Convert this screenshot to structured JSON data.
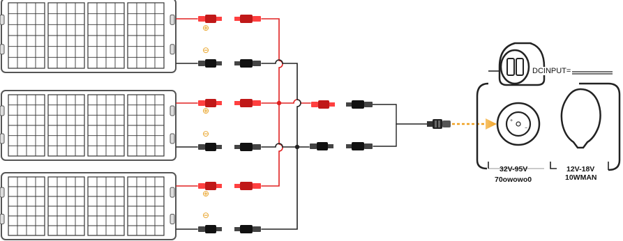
{
  "panels": [
    {
      "name": "solar-panel-1",
      "positive_symbol": "⊕",
      "negative_symbol": "⊖"
    },
    {
      "name": "solar-panel-2",
      "positive_symbol": "⊕",
      "negative_symbol": "⊖"
    },
    {
      "name": "solar-panel-3",
      "positive_symbol": "⊕",
      "negative_symbol": "⊖"
    }
  ],
  "device": {
    "dc_input_label": "DCINPUT=",
    "port1_voltage": "32V-95V",
    "port1_current": "70owowo0",
    "port2_voltage": "12V-18V",
    "port2_current": "10WMAN"
  },
  "colors": {
    "positive_wire": "#e02020",
    "negative_wire": "#222222",
    "panel_frame": "#555555",
    "arrow": "#f0a020",
    "symbol": "#e8a020"
  }
}
